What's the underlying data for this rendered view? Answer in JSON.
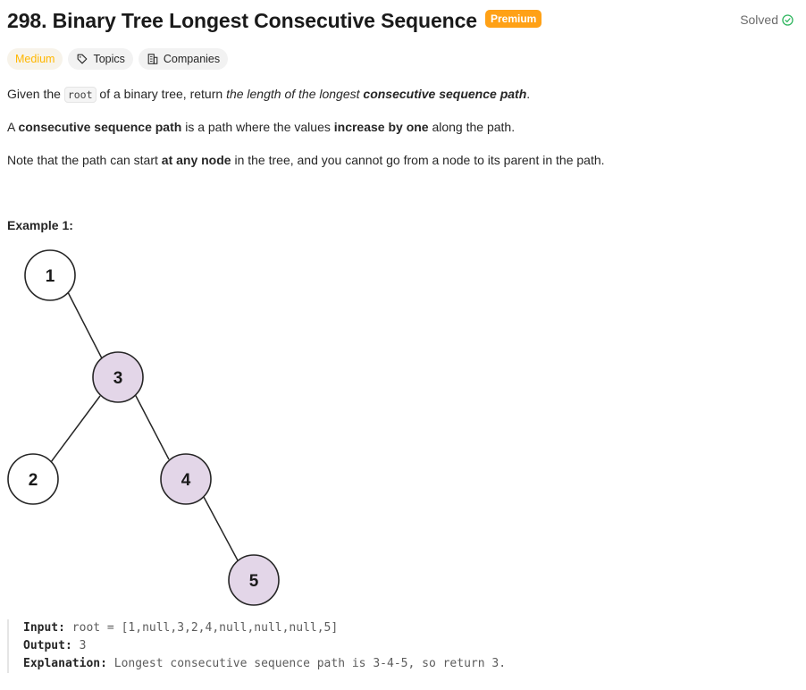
{
  "problem": {
    "title": "298. Binary Tree Longest Consecutive Sequence",
    "premium_badge": "Premium",
    "status": "Solved"
  },
  "tags": {
    "difficulty": "Medium",
    "topics": "Topics",
    "companies": "Companies"
  },
  "description": {
    "p1": {
      "t1": "Given the ",
      "code": "root",
      "t2": " of a binary tree, return ",
      "em1": "the length of the longest ",
      "em_strong": "consecutive sequence path",
      "t3": "."
    },
    "p2": {
      "t1": "A ",
      "strong1": "consecutive sequence path",
      "t2": " is a path where the values ",
      "strong2": "increase by one",
      "t3": " along the path."
    },
    "p3": {
      "t1": "Note that the path can start ",
      "strong1": "at any node",
      "t2": " in the tree, and you cannot go from a node to its parent in the path."
    }
  },
  "example": {
    "title": "Example 1:",
    "tree_nodes": [
      "1",
      "3",
      "2",
      "4",
      "5"
    ],
    "highlighted_nodes": [
      "3",
      "4",
      "5"
    ],
    "input_label": "Input:",
    "input_value": "root = [1,null,3,2,4,null,null,null,5]",
    "output_label": "Output:",
    "output_value": "3",
    "explanation_label": "Explanation:",
    "explanation_value": "Longest consecutive sequence path is 3-4-5, so return 3."
  },
  "colors": {
    "premium": "#ffa116",
    "medium": "#ffb700",
    "solved_check": "#2db55d",
    "highlight_node": "#e3d6e8"
  }
}
